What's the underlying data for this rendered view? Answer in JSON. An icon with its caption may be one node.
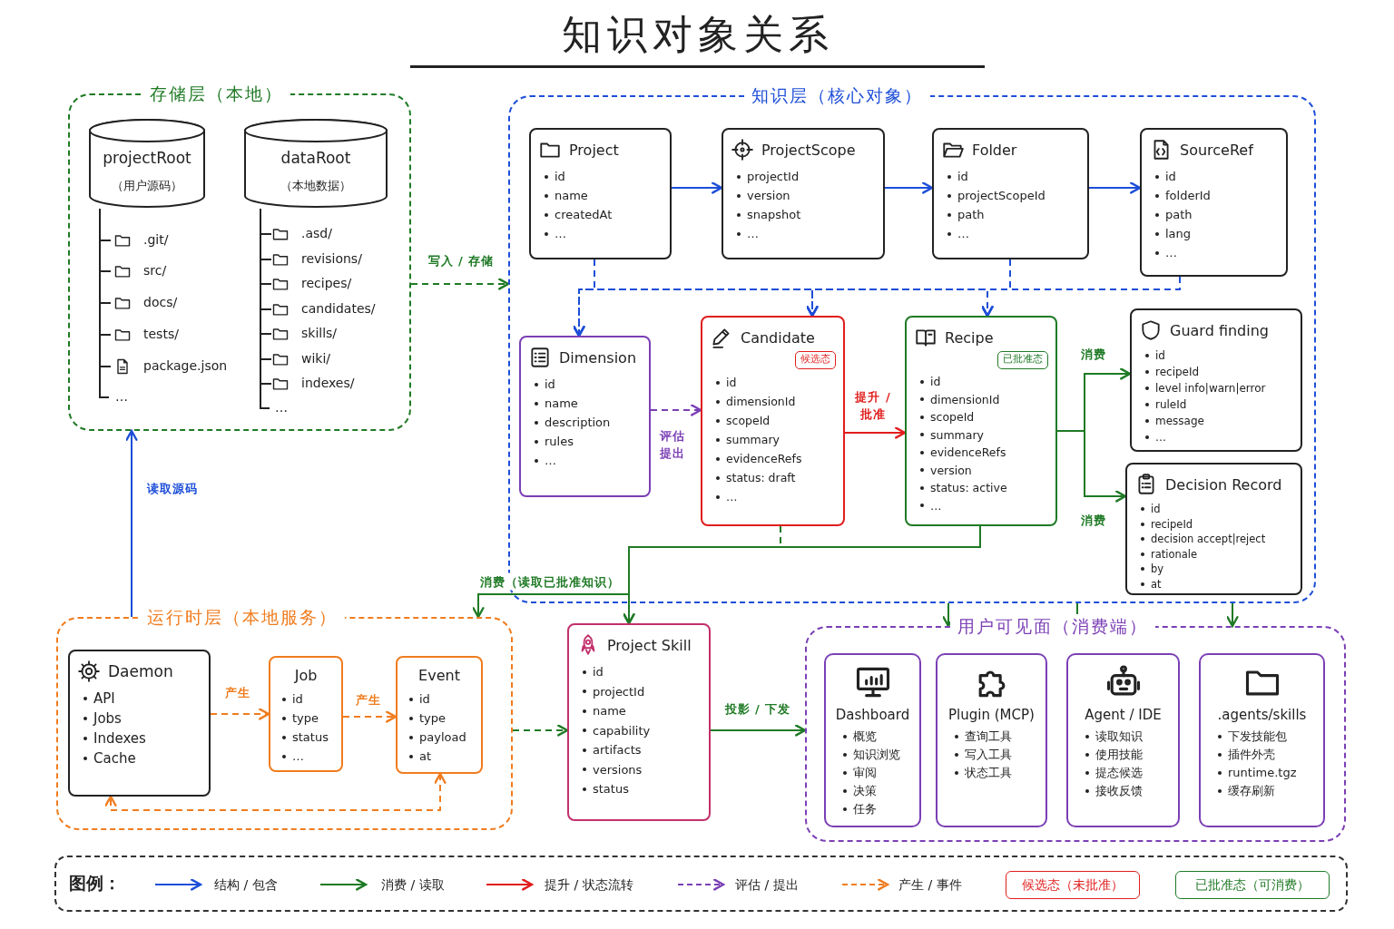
{
  "diagram": {
    "title": "知识对象关系",
    "nodes": [
      {
        "text": [
          "存储层（本地）"
        ]
      },
      {
        "text": [
          "projectRoot",
          "（用户源码）"
        ],
        "in": 0
      },
      {
        "text": [
          "dataRoot",
          "（本地数据）"
        ],
        "in": 0
      },
      {
        "text": [
          "知识层（核心对象）"
        ]
      },
      {
        "text": [
          "Project",
          "id",
          "name",
          "createdAt",
          "…"
        ],
        "in": 3
      },
      {
        "text": [
          "ProjectScope",
          "projectId",
          "version",
          "snapshot",
          "…"
        ],
        "in": 3
      },
      {
        "text": [
          "Folder",
          "id",
          "projectScopeId",
          "path",
          "…"
        ],
        "in": 3
      },
      {
        "text": [
          "SourceRef",
          "id",
          "folderId",
          "path",
          "lang",
          "…"
        ],
        "in": 3
      },
      {
        "text": [
          "Dimension",
          "id",
          "name",
          "description",
          "rules",
          "…"
        ],
        "in": 3
      },
      {
        "text": [
          "Candidate",
          "候选态",
          "id",
          "dimensionId",
          "scopeId",
          "summary",
          "evidenceRefs",
          "status: draft",
          "…"
        ],
        "in": 3
      },
      {
        "text": [
          "Recipe",
          "已批准态",
          "id",
          "dimensionId",
          "scopeId",
          "summary",
          "evidenceRefs",
          "version",
          "status: active",
          "…"
        ],
        "in": 3
      },
      {
        "text": [
          "Guard finding",
          "id",
          "recipeId",
          "level info|warn|error",
          "ruleId",
          "message",
          "…"
        ],
        "in": 3
      },
      {
        "text": [
          "Decision Record",
          "id",
          "recipeId",
          "decision accept|reject",
          "rationale",
          "by",
          "at"
        ],
        "in": 3
      },
      {
        "text": [
          "运行时层（本地服务）"
        ]
      },
      {
        "text": [
          "Daemon",
          "API",
          "Jobs",
          "Indexes",
          "Cache"
        ],
        "in": 13
      },
      {
        "text": [
          "Job",
          "id",
          "type",
          "status",
          "…"
        ],
        "in": 13
      },
      {
        "text": [
          "Event",
          "id",
          "type",
          "payload",
          "at"
        ],
        "in": 13
      },
      {
        "text": [
          "Project Skill",
          "id",
          "projectId",
          "name",
          "capability",
          "artifacts",
          "versions",
          "status"
        ]
      },
      {
        "text": [
          "用户可见面（消费端）"
        ]
      },
      {
        "text": [
          "Dashboard",
          "概览",
          "知识浏览",
          "审阅",
          "决策",
          "任务"
        ],
        "in": 18
      },
      {
        "text": [
          "Plugin (MCP)",
          "查询工具",
          "写入工具",
          "状态工具"
        ],
        "in": 18
      },
      {
        "text": [
          "Agent / IDE",
          "读取知识",
          "使用技能",
          "提态候选",
          "接收反馈"
        ],
        "in": 18
      },
      {
        "text": [
          ".agents/skills",
          "下发技能包",
          "插件外壳",
          "runtime.tgz",
          "缓存刷新"
        ],
        "in": 18
      }
    ],
    "edges": [
      {
        "from": 0,
        "to": 3,
        "arrow": "to",
        "label": "写入 / 存储",
        "style": "dashed",
        "color": "#1f7a25"
      },
      {
        "from": 13,
        "to": 0,
        "arrow": "to",
        "label": "读取源码"
      },
      {
        "from": 4,
        "to": 5,
        "arrow": "to"
      },
      {
        "from": 5,
        "to": 6,
        "arrow": "to"
      },
      {
        "from": 6,
        "to": 7,
        "arrow": "to"
      },
      {
        "from": 4,
        "to": 8,
        "arrow": "to",
        "style": "dashed"
      },
      {
        "from": 4,
        "to": 9,
        "arrow": "to",
        "style": "dashed"
      },
      {
        "from": 4,
        "to": 10,
        "arrow": "to",
        "style": "dashed"
      },
      {
        "from": 6,
        "to": 8,
        "arrow": "to",
        "style": "dashed"
      },
      {
        "from": 6,
        "to": 9,
        "arrow": "to",
        "style": "dashed"
      },
      {
        "from": 6,
        "to": 10,
        "arrow": "to",
        "style": "dashed"
      },
      {
        "from": 7,
        "to": 8,
        "arrow": "to",
        "style": "dashed"
      },
      {
        "from": 7,
        "to": 9,
        "arrow": "to",
        "style": "dashed"
      },
      {
        "from": 7,
        "to": 10,
        "arrow": "to",
        "style": "dashed"
      },
      {
        "from": 8,
        "to": 9,
        "arrow": "to",
        "label": "评估提出",
        "style": "dashed",
        "color": "#7b3fb5"
      },
      {
        "from": 9,
        "to": 10,
        "arrow": "to",
        "label": "提升 / 批准",
        "color": "#e11d1d"
      },
      {
        "from": 10,
        "to": 11,
        "arrow": "to",
        "label": "消费",
        "color": "#1f7a25"
      },
      {
        "from": 10,
        "to": 12,
        "arrow": "to",
        "label": "消费",
        "color": "#1f7a25"
      },
      {
        "from": 9,
        "to": 17,
        "arrow": "to",
        "style": "dashed",
        "color": "#1f7a25"
      },
      {
        "from": 10,
        "to": 17,
        "arrow": "to",
        "color": "#1f7a25"
      },
      {
        "from": 10,
        "to": 13,
        "arrow": "to",
        "label": "消费（读取已批准知识）",
        "color": "#1f7a25"
      },
      {
        "from": 3,
        "to": 18,
        "arrow": "to",
        "color": "#1f7a25"
      },
      {
        "from": 3,
        "to": 18,
        "arrow": "to",
        "color": "#1f7a25"
      },
      {
        "from": 3,
        "to": 18,
        "arrow": "to",
        "color": "#1f7a25"
      },
      {
        "from": 17,
        "to": 18,
        "arrow": "to",
        "label": "投影 / 下发",
        "color": "#1f7a25"
      },
      {
        "from": 13,
        "to": 17,
        "arrow": "to",
        "style": "dashed",
        "color": "#1f7a25"
      },
      {
        "from": 14,
        "to": 15,
        "arrow": "to",
        "label": "产生",
        "style": "dashed",
        "color": "#f07c1e"
      },
      {
        "from": 15,
        "to": 16,
        "arrow": "to",
        "label": "产生",
        "style": "dashed",
        "color": "#f07c1e"
      },
      {
        "from": 16,
        "to": 14,
        "arrow": "both",
        "style": "dashed",
        "color": "#f07c1e"
      }
    ],
    "labels": [
      ".git/",
      "src/",
      "docs/",
      "tests/",
      "package.json",
      "…",
      ".asd/",
      "revisions/",
      "recipes/",
      "candidates/",
      "skills/",
      "wiki/",
      "indexes/",
      "…",
      "图例："
    ],
    "legend": [
      {
        "text": "结构 / 包含"
      },
      {
        "text": "消费 / 读取"
      },
      {
        "text": "提升 / 状态流转"
      },
      {
        "text": "评估 / 提出"
      },
      {
        "text": "产生 / 事件"
      },
      {
        "text": "候选态（未批准）"
      },
      {
        "text": "已批准态（可消费）"
      }
    ]
  }
}
